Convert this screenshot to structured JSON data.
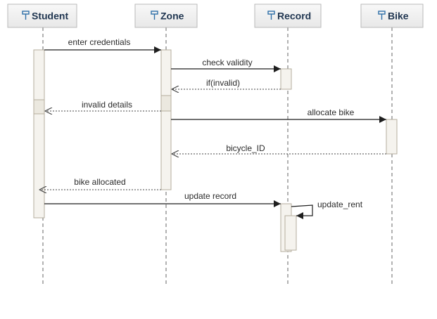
{
  "diagram": {
    "lifelines": [
      {
        "id": "student",
        "label": "Student"
      },
      {
        "id": "zone",
        "label": "Zone"
      },
      {
        "id": "record",
        "label": "Record"
      },
      {
        "id": "bike",
        "label": "Bike"
      }
    ],
    "messages": [
      {
        "from": "student",
        "to": "zone",
        "label": "enter credentials",
        "kind": "sync"
      },
      {
        "from": "zone",
        "to": "record",
        "label": "check validity",
        "kind": "sync"
      },
      {
        "from": "record",
        "to": "zone",
        "label": "if(invalid)",
        "kind": "return"
      },
      {
        "from": "zone",
        "to": "student",
        "label": "invalid details",
        "kind": "return"
      },
      {
        "from": "zone",
        "to": "bike",
        "label": "allocate bike",
        "kind": "sync"
      },
      {
        "from": "bike",
        "to": "zone",
        "label": "bicycle_ID",
        "kind": "return"
      },
      {
        "from": "zone",
        "to": "student",
        "label": "bike allocated",
        "kind": "return"
      },
      {
        "from": "student",
        "to": "record",
        "label": "update record",
        "kind": "sync"
      },
      {
        "from": "record",
        "to": "record",
        "label": "update_rent",
        "kind": "self"
      }
    ],
    "colors": {
      "header_fill_top": "#f7f7f7",
      "header_fill_bottom": "#e9e9e9",
      "header_border": "#b9b9b9",
      "header_text": "#1f3550",
      "icon": "#2e6fa8",
      "lifeline": "#888888",
      "activation_fill": "#f5f3ee",
      "activation_border": "#b5ae9d",
      "message": "#2b2b2b"
    }
  }
}
